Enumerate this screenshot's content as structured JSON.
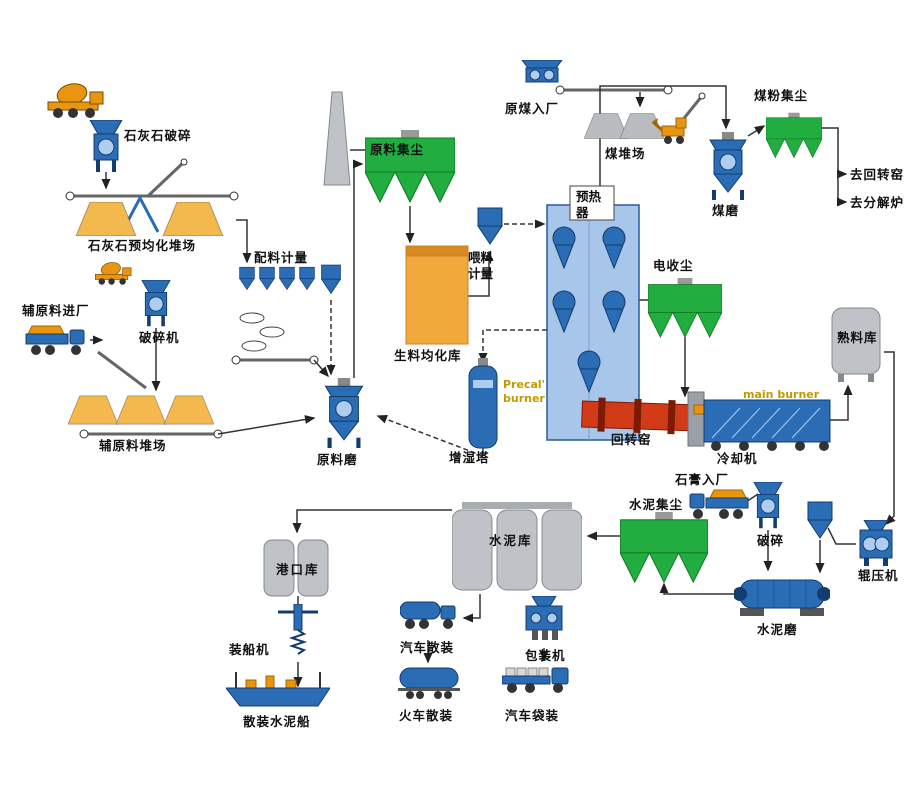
{
  "diagram": {
    "type": "process-flow",
    "subject": "cement plant production flow"
  },
  "labels": {
    "limestone_crushing": "石灰石破碎",
    "limestone_preblending_yard": "石灰石预均化堆场",
    "batching_metering": "配料计量",
    "raw_material_dust_collector": "原料集尘",
    "raw_meal_silo": "生料均化库",
    "feed_metering": "喂料计量",
    "raw_coal_entry": "原煤入厂",
    "coal_yard": "煤堆场",
    "coal_dust_collector": "煤粉集尘",
    "coal_mill": "煤磨",
    "to_rotary_kiln": "去回转窑",
    "to_calciner": "去分解炉",
    "preheater": "预热器",
    "esp": "电收尘",
    "clinker_silo": "熟料库",
    "aux_material_entry": "辅原料进厂",
    "crusher": "破碎机",
    "aux_material_yard": "辅原料堆场",
    "raw_mill": "原料磨",
    "humidifying_tower": "增湿塔",
    "precal_burner": "Precal' burner",
    "rotary_kiln": "回转窑",
    "main_burner": "main burner",
    "cooler": "冷却机",
    "gypsum_entry": "石膏入厂",
    "cement_dust_collector": "水泥集尘",
    "crushing": "破碎",
    "roller_press": "辊压机",
    "cement_mill": "水泥磨",
    "cement_silo": "水泥库",
    "port_silo": "港口库",
    "ship_loader": "装船机",
    "bulk_cement_ship": "散装水泥船",
    "truck_bulk": "汽车散装",
    "train_bulk": "火车散装",
    "packing_machine": "包装机",
    "truck_bagged": "汽车袋装"
  },
  "colors": {
    "equipment_blue": "#2a6db5",
    "dust_collector_green": "#21ad3f",
    "material_orange": "#e8960f",
    "pile_tan": "#f3b84e",
    "coal_pile_gray": "#b8bcc0",
    "silo_gray": "#bfc3c7",
    "kiln_red": "#d23b18",
    "burner_text": "#c19a00",
    "flow_line": "#333333"
  },
  "icon_names": [
    "mixer-truck-icon",
    "dump-truck-icon",
    "crusher-icon",
    "stacker-conveyor-icon",
    "stockpile-icon",
    "dust-collector-icon",
    "chimney-icon",
    "silo-icon",
    "preheater-tower-icon",
    "rotary-kiln-icon",
    "grate-cooler-icon",
    "vertical-mill-icon",
    "humidifying-tower-icon",
    "ball-mill-icon",
    "roller-press-icon",
    "surge-bin-icon",
    "wheel-loader-icon",
    "coal-feeder-icon",
    "packing-machine-icon",
    "ship-loader-icon",
    "cement-ship-icon",
    "tanker-truck-icon",
    "train-car-icon",
    "bag-truck-icon"
  ]
}
